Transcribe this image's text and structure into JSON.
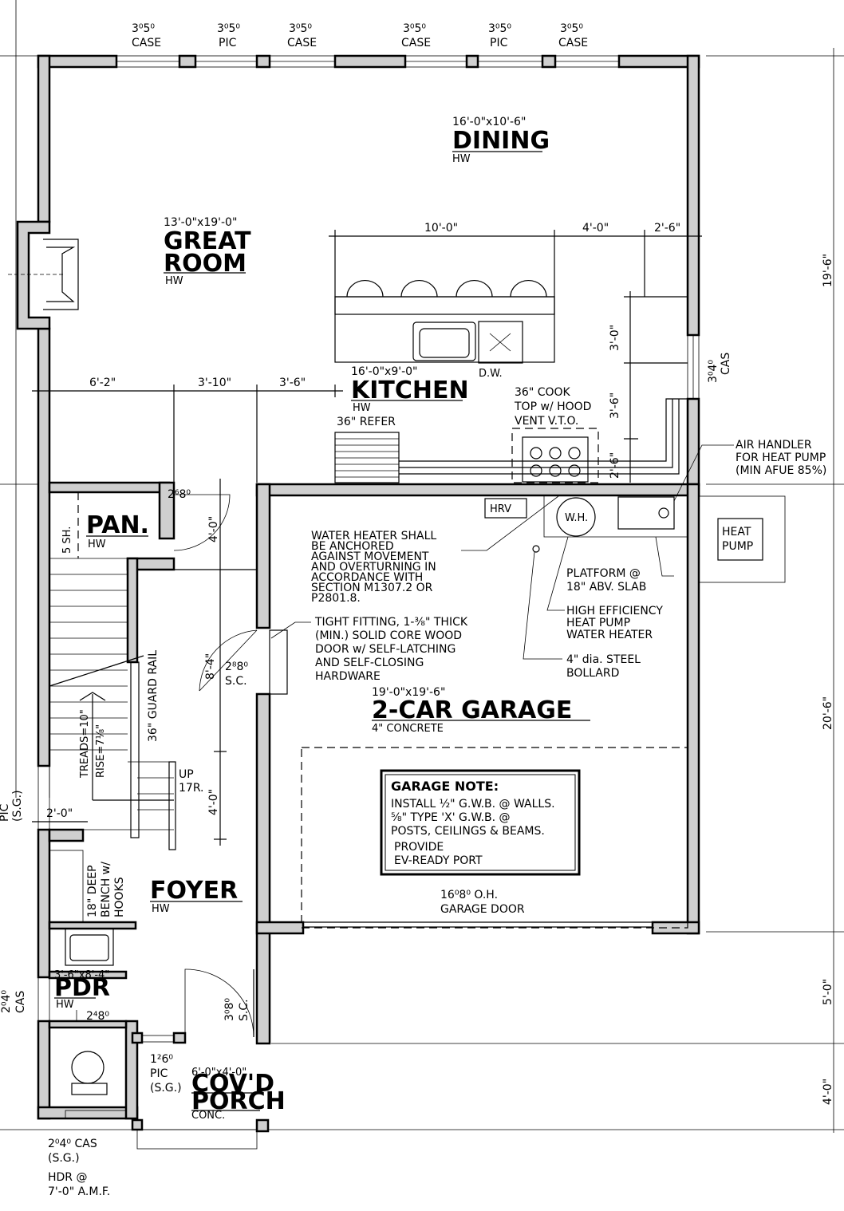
{
  "windows_top": [
    {
      "size": "3⁰5⁰",
      "type": "CASE"
    },
    {
      "size": "3⁰5⁰",
      "type": "PIC"
    },
    {
      "size": "3⁰5⁰",
      "type": "CASE"
    },
    {
      "size": "3⁰5⁰",
      "type": "CASE"
    },
    {
      "size": "3⁰5⁰",
      "type": "PIC"
    },
    {
      "size": "3⁰5⁰",
      "type": "CASE"
    }
  ],
  "rooms": {
    "dining": {
      "dim": "16'-0\"x10'-6\"",
      "name": "DINING",
      "floor": "HW"
    },
    "great_room": {
      "dim": "13'-0\"x19'-0\"",
      "name1": "GREAT",
      "name2": "ROOM",
      "floor": "HW"
    },
    "kitchen": {
      "dim": "16'-0\"x9'-0\"",
      "name": "KITCHEN",
      "floor": "HW"
    },
    "pantry": {
      "name": "PAN.",
      "floor": "HW",
      "shelves": "5 SH."
    },
    "garage": {
      "dim": "19'-0\"x19'-6\"",
      "name": "2-CAR GARAGE",
      "floor": "4\" CONCRETE"
    },
    "foyer": {
      "name": "FOYER",
      "floor": "HW"
    },
    "powder": {
      "dim": "3'-6\"x8'-4\"",
      "name": "PDR",
      "floor": "HW"
    },
    "porch": {
      "dim": "6'-0\"x4'-0\"",
      "name1": "COV'D",
      "name2": "PORCH",
      "floor": "CONC."
    }
  },
  "dimensions": {
    "kitchen_top": [
      "10'-0\"",
      "4'-0\"",
      "2'-6\""
    ],
    "great_room_row": [
      "6'-2\"",
      "3'-10\"",
      "3'-6\""
    ],
    "kitchen_vertical": [
      "3'-0\"",
      "3'-6\"",
      "2'-6\""
    ],
    "right_side": [
      "19'-6\"",
      "20'-6\"",
      "5'-0\"",
      "4'-0\""
    ],
    "stair": [
      "4'-0\"",
      "8'-4\"",
      "4'-0\""
    ],
    "left_small": "2'-0\""
  },
  "labels": {
    "dw": "D.W.",
    "refer": "36\" REFER",
    "cooktop": [
      "36\" COOK",
      "TOP w/ HOOD",
      "VENT V.T.O."
    ],
    "window_right": [
      "3⁰4⁰",
      "CAS"
    ],
    "air_handler": [
      "AIR HANDLER",
      "FOR HEAT PUMP",
      "(MIN AFUE 85%)"
    ],
    "heat_pump": [
      "HEAT",
      "PUMP"
    ],
    "hrv": "HRV",
    "wh": "W.H.",
    "water_heater_note": [
      "WATER HEATER SHALL",
      "BE ANCHORED",
      "AGAINST MOVEMENT",
      "AND OVERTURNING IN",
      "ACCORDANCE WITH",
      "SECTION M1307.2 OR",
      "P2801.8."
    ],
    "platform": [
      "PLATFORM @",
      "18\" ABV. SLAB"
    ],
    "hpwh": [
      "HIGH EFFICIENCY",
      "HEAT PUMP",
      "WATER HEATER"
    ],
    "bollard": [
      "4\" dia. STEEL",
      "BOLLARD"
    ],
    "door_note": [
      "TIGHT FITTING, 1-⅜\" THICK",
      "(MIN.) SOLID CORE WOOD",
      "DOOR w/ SELF-LATCHING",
      "AND SELF-CLOSING",
      "HARDWARE"
    ],
    "door_268": "2⁶8⁰",
    "door_288": [
      "2⁸8⁰",
      "S.C."
    ],
    "guard_rail": "36\" GUARD RAIL",
    "treads": "TREADS=10\"",
    "rise": "RISE=7⅛\"",
    "up": [
      "UP",
      "17R."
    ],
    "pic_sg_left": [
      "PIC",
      "(S.G.)"
    ],
    "bench": [
      "18\" DEEP",
      "BENCH w/",
      "HOOKS"
    ],
    "cas_left": [
      "2⁰4⁰",
      "CAS"
    ],
    "door_248": "2⁴8⁰",
    "door_308": [
      "3⁰8⁰",
      "S.C."
    ],
    "pic_126": [
      "1²6⁰",
      "PIC",
      "(S.G.)"
    ],
    "cas_bottom": [
      "2⁰4⁰ CAS",
      "(S.G.)"
    ],
    "hdr": [
      "HDR @",
      "7'-0\" A.M.F."
    ],
    "garage_door": [
      "16⁰8⁰ O.H.",
      "GARAGE DOOR"
    ]
  },
  "garage_note": {
    "title": "GARAGE NOTE:",
    "lines": [
      "INSTALL ½\" G.W.B. @ WALLS.",
      "⅝\" TYPE 'X' G.W.B. @",
      "POSTS, CEILINGS & BEAMS.",
      "PROVIDE",
      "EV-READY PORT"
    ]
  }
}
